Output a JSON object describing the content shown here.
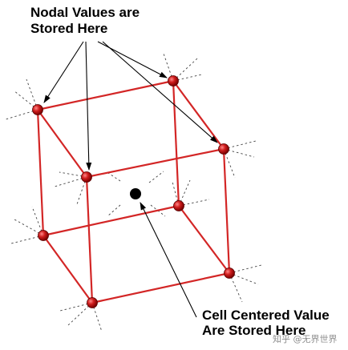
{
  "title_lines": [
    "Nodal Values are",
    "Stored Here"
  ],
  "bottom_lines": [
    "Cell Centered Value",
    "Are Stored Here"
  ],
  "watermark": "知乎 @无界世界",
  "colors": {
    "edge": "#d32626",
    "node_fill": "#c41a1a",
    "center_point": "#000000",
    "arrow": "#000000"
  }
}
